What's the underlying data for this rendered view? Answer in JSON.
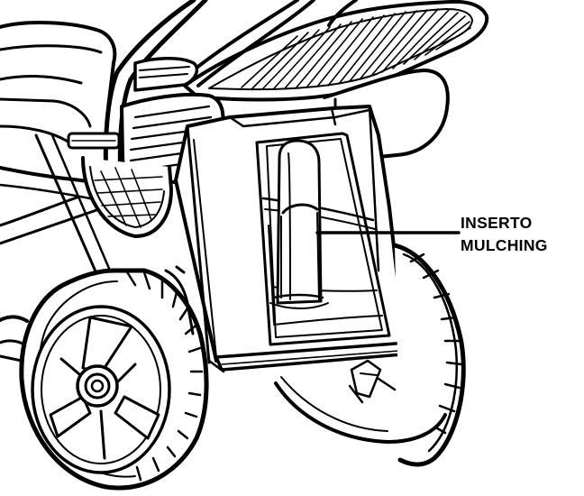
{
  "diagram": {
    "callout": {
      "line1": "INSERTO",
      "line2": "MULCHING"
    },
    "colors": {
      "ink": "#000000",
      "paper": "#ffffff"
    },
    "icons": [
      "lawn-mower-illustration",
      "wheel-icon",
      "mulching-plug-icon"
    ]
  }
}
